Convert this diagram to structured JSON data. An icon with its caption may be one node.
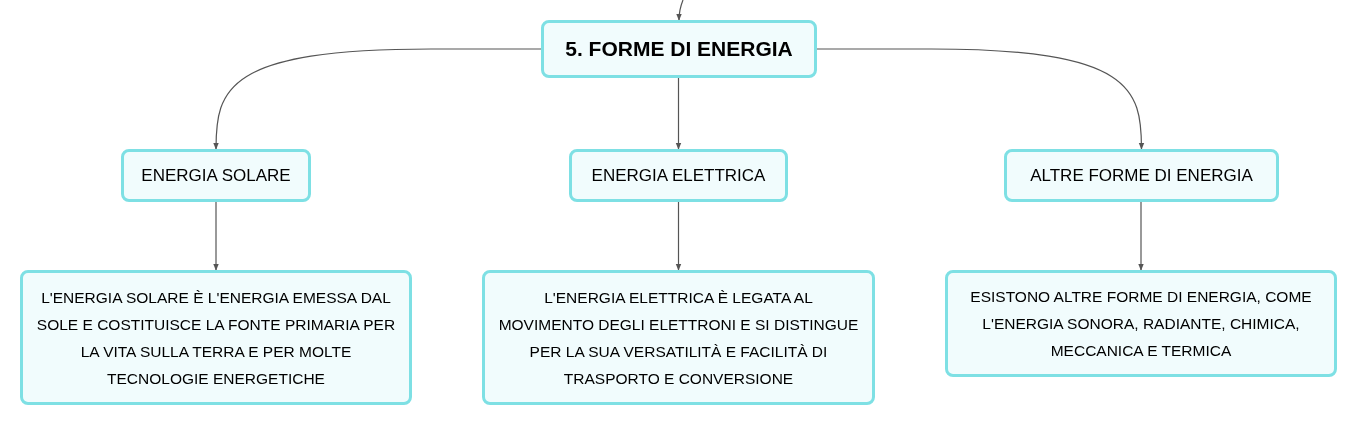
{
  "diagram": {
    "nodes": [
      {
        "text": [
          "5. FORME DI ENERGIA"
        ]
      },
      {
        "text": [
          "ENERGIA SOLARE"
        ]
      },
      {
        "text": [
          "ENERGIA ELETTRICA"
        ]
      },
      {
        "text": [
          "ALTRE FORME DI ENERGIA"
        ]
      },
      {
        "text": [
          "L'ENERGIA SOLARE È L'ENERGIA EMESSA DAL SOLE E COSTITUISCE LA FONTE PRIMARIA PER LA VITA SULLA TERRA E PER MOLTE TECNOLOGIE ENERGETICHE"
        ]
      },
      {
        "text": [
          "L'ENERGIA ELETTRICA È LEGATA AL MOVIMENTO DEGLI ELETTRONI E SI DISTINGUE PER LA SUA VERSATILITÀ E FACILITÀ DI TRASPORTO E CONVERSIONE"
        ]
      },
      {
        "text": [
          "ESISTONO ALTRE FORME DI ENERGIA, COME L'ENERGIA SONORA, RADIANTE, CHIMICA, MECCANICA E TERMICA"
        ]
      }
    ],
    "edges": [
      {
        "from": null,
        "to": 0,
        "arrow": "to"
      },
      {
        "from": 0,
        "to": 1,
        "arrow": "to"
      },
      {
        "from": 0,
        "to": 2,
        "arrow": "to"
      },
      {
        "from": 0,
        "to": 3,
        "arrow": "to"
      },
      {
        "from": 1,
        "to": 4,
        "arrow": "to"
      },
      {
        "from": 2,
        "to": 5,
        "arrow": "to"
      },
      {
        "from": 3,
        "to": 6,
        "arrow": "to"
      }
    ]
  }
}
